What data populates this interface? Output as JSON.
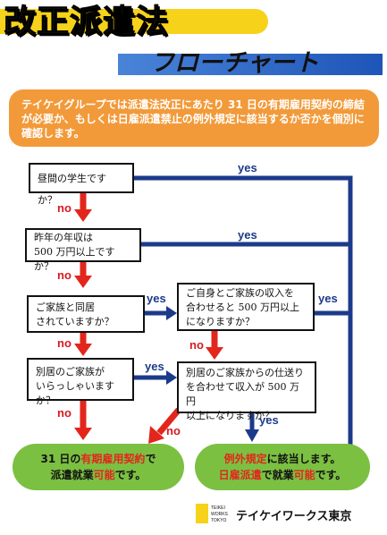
{
  "title": "改正派遣法",
  "subtitle": "フローチャート",
  "intro": "テイケイグループでは派遣法改正にあたり 31 日の有期雇用契約の締結が必要か、もしくは日雇派遣禁止の例外規定に該当するか否かを個別に確認します。",
  "questions": {
    "q1": "昼間の学生ですか？",
    "q2_line1": "昨年の年収は",
    "q2_line2": "500 万円以上ですか？",
    "q3_line1": "ご家族と同居",
    "q3_line2": "されていますか？",
    "q4_line1": "別居のご家族が",
    "q4_line2": "いらっしゃいますか？",
    "q5_line1": "ご自身とご家族の収入を",
    "q5_line2": "合わせると 500 万円以上",
    "q5_line3": "になりますか？",
    "q6_line1": "別居のご家族からの仕送り",
    "q6_line2": "を合わせて収入が 500 万円",
    "q6_line3": "以上になりますか？"
  },
  "labels": {
    "yes": "yes",
    "no": "no"
  },
  "results": {
    "left_a": "31 日の",
    "left_b": "有期雇用契約",
    "left_c": "で",
    "left_d": "派遣就業",
    "left_e": "可能",
    "left_f": "です。",
    "right_a": "例外規定",
    "right_b": "に該当します。",
    "right_c": "日雇派遣",
    "right_d": "で就業",
    "right_e": "可能",
    "right_f": "です。"
  },
  "footer": {
    "company": "テイケイワークス東京",
    "logo_text": "TEIKEI WORKS TOKYO"
  },
  "colors": {
    "yes_arrow": "#1b3a8a",
    "no_arrow": "#e2261c",
    "result_green": "#7cc042",
    "intro_orange": "#f29a3a",
    "title_yellow": "#f7d21a",
    "subtitle_blue": "#1e55b8"
  }
}
